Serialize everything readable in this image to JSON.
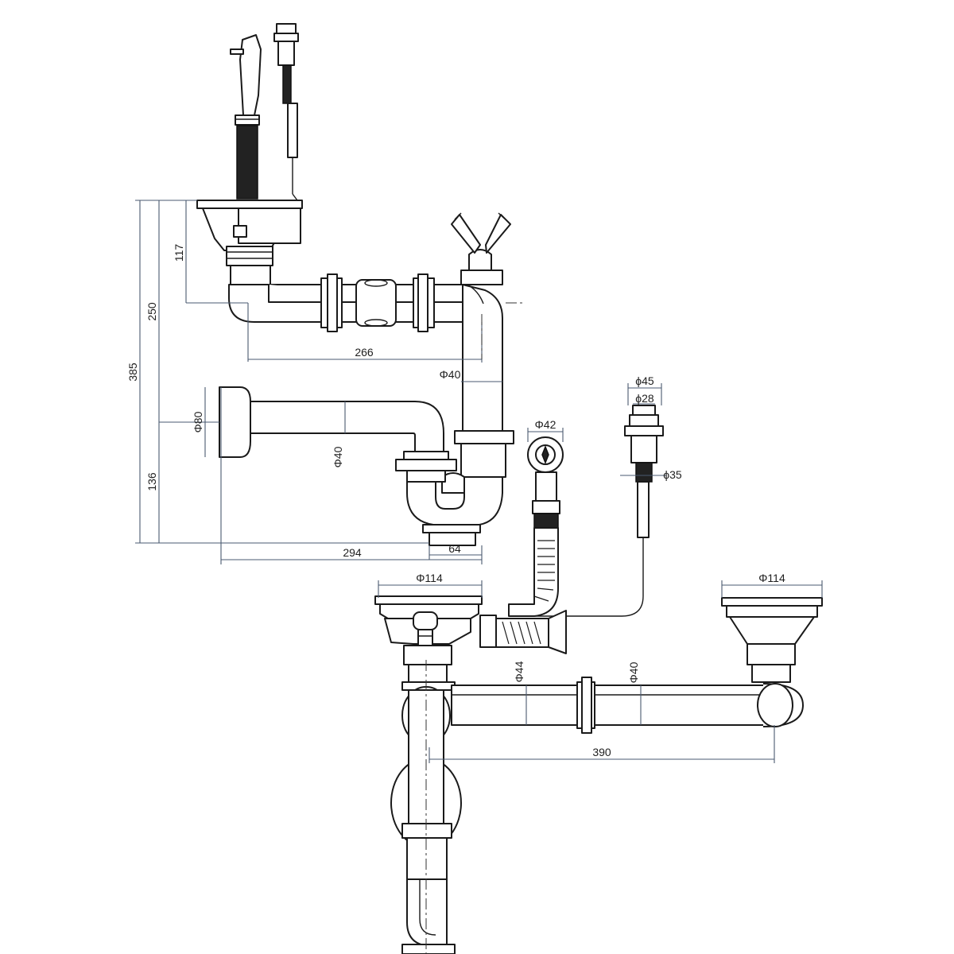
{
  "diagram": {
    "colors": {
      "line": "#1a1a1a",
      "dimension": "#4a5a70",
      "background": "#ffffff"
    },
    "dimensions": {
      "height_385": "385",
      "height_250": "250",
      "height_117": "117",
      "height_136": "136",
      "width_266": "266",
      "width_294": "294",
      "width_64": "64",
      "width_390": "390",
      "dia_40_vertical": "Φ40",
      "dia_40_horizontal": "Φ40",
      "dia_40_lower_pipe": "Φ40",
      "dia_80": "Φ80",
      "dia_42": "Φ42",
      "dia_45": "ϕ45",
      "dia_28": "ϕ28",
      "dia_35": "ϕ35",
      "dia_114_left": "Φ114",
      "dia_114_right": "Φ114",
      "dia_44": "Φ44"
    }
  }
}
